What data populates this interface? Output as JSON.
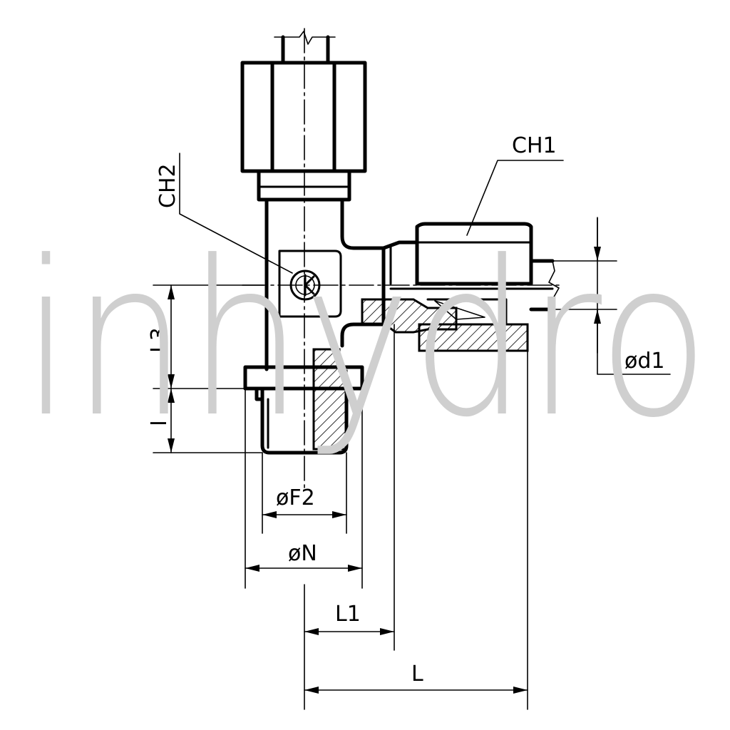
{
  "watermark": "inhydro",
  "labels": {
    "ch1": "CH1",
    "ch2": "CH2",
    "l3": "L3",
    "i": "I",
    "f2": "øF2",
    "n": "øN",
    "l1": "L1",
    "l": "L",
    "d1": "ød1"
  }
}
